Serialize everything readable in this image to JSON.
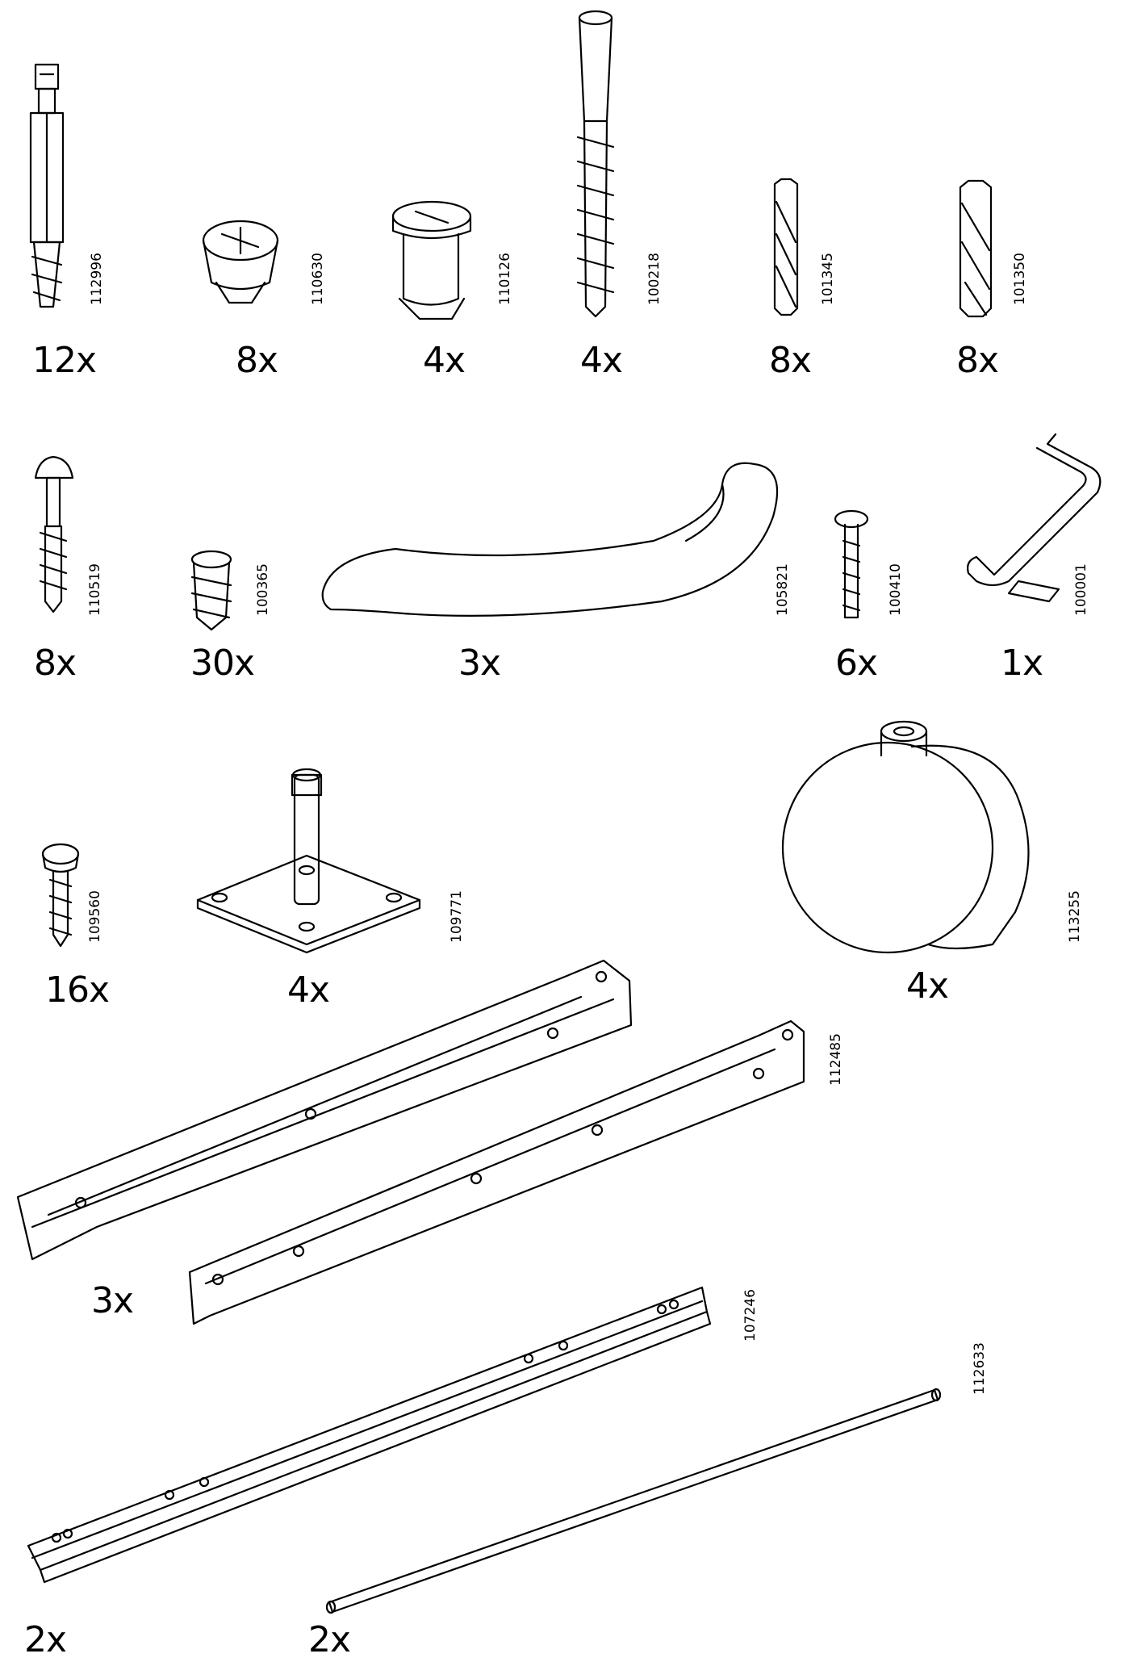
{
  "parts": [
    {
      "code": "112996",
      "qty": "12x"
    },
    {
      "code": "110630",
      "qty": "8x"
    },
    {
      "code": "110126",
      "qty": "4x"
    },
    {
      "code": "100218",
      "qty": "4x"
    },
    {
      "code": "101345",
      "qty": "8x"
    },
    {
      "code": "101350",
      "qty": "8x"
    },
    {
      "code": "110519",
      "qty": "8x"
    },
    {
      "code": "100365",
      "qty": "30x"
    },
    {
      "code": "105821",
      "qty": "3x"
    },
    {
      "code": "100410",
      "qty": "6x"
    },
    {
      "code": "100001",
      "qty": "1x"
    },
    {
      "code": "109560",
      "qty": "16x"
    },
    {
      "code": "109771",
      "qty": "4x"
    },
    {
      "code": "113255",
      "qty": "4x"
    },
    {
      "code": "112485",
      "qty": "3x"
    },
    {
      "code": "107246",
      "qty": "2x"
    },
    {
      "code": "112633",
      "qty": "2x"
    }
  ]
}
